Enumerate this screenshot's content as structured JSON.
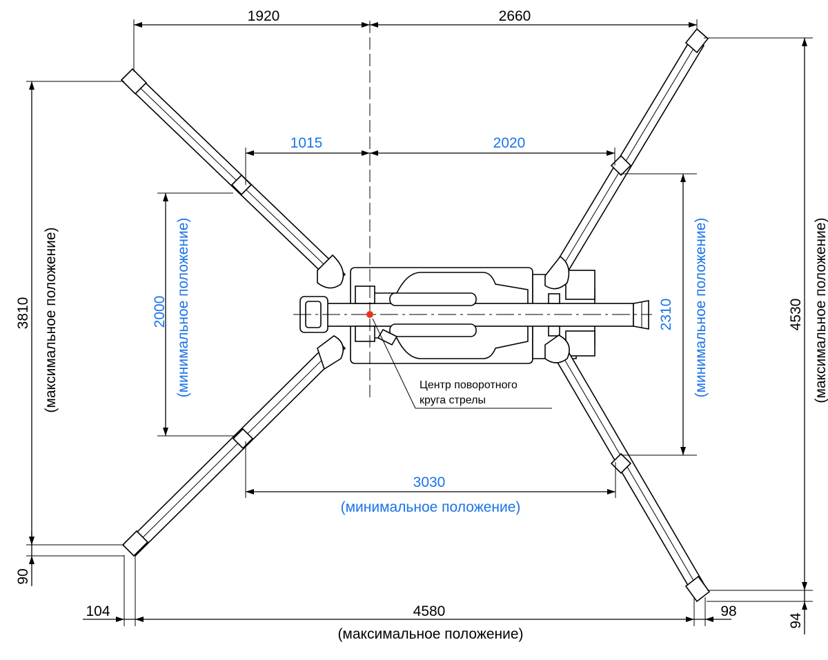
{
  "colors": {
    "blue_text": "#1a73e8",
    "black_text": "#000000",
    "center_point": "#e8341c"
  },
  "dimensions": {
    "top_left": "1920",
    "top_right": "2660",
    "inner_left": "1015",
    "inner_right": "2020",
    "left_max_value": "3810",
    "left_max_note": "(максимальное положение)",
    "left_min_value": "2000",
    "left_min_note": "(минимальное положение)",
    "right_min_value": "2310",
    "right_min_note": "(минимальное положение)",
    "right_max_value": "4530",
    "right_max_note": "(максимальное положение)",
    "bottom_min_value": "3030",
    "bottom_min_note": "(минимальное положение)",
    "bottom_max_value": "4580",
    "bottom_max_note": "(максимальное положение)",
    "offset_104": "104",
    "offset_90": "90",
    "offset_98": "98",
    "offset_94": "94"
  },
  "callout": {
    "line1": "Центр поворотного",
    "line2": "круга стрелы"
  }
}
